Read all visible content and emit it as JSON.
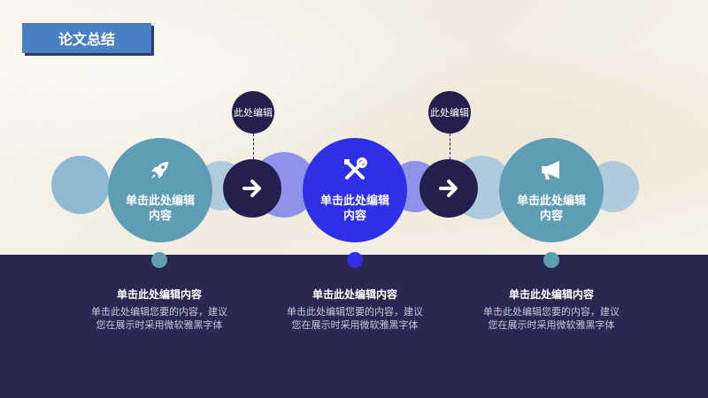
{
  "slide": {
    "title": "论文总结",
    "connectors": [
      {
        "label": "此处编辑"
      },
      {
        "label": "此处编辑"
      }
    ],
    "steps": [
      {
        "icon": "rocket-icon",
        "circle_text_line1": "单击此处编辑",
        "circle_text_line2": "内容",
        "heading": "单击此处编辑内容",
        "desc_line1": "单击此处编辑您要的内容，建议",
        "desc_line2": "您在展示时采用微软雅黑字体"
      },
      {
        "icon": "tools-icon",
        "circle_text_line1": "单击此处编辑",
        "circle_text_line2": "内容",
        "heading": "单击此处编辑内容",
        "desc_line1": "单击此处编辑您要的内容，建议",
        "desc_line2": "您在展示时采用微软雅黑字体"
      },
      {
        "icon": "megaphone-icon",
        "circle_text_line1": "单击此处编辑",
        "circle_text_line2": "内容",
        "heading": "单击此处编辑内容",
        "desc_line1": "单击此处编辑您要的内容，建议",
        "desc_line2": "您在展示时采用微软雅黑字体"
      }
    ],
    "colors": {
      "title_bg": "#4a7fc1",
      "teal": "#5f9db5",
      "blue": "#2f2fe5",
      "dark_navy": "#241f4d",
      "band": "#2a2750"
    }
  }
}
